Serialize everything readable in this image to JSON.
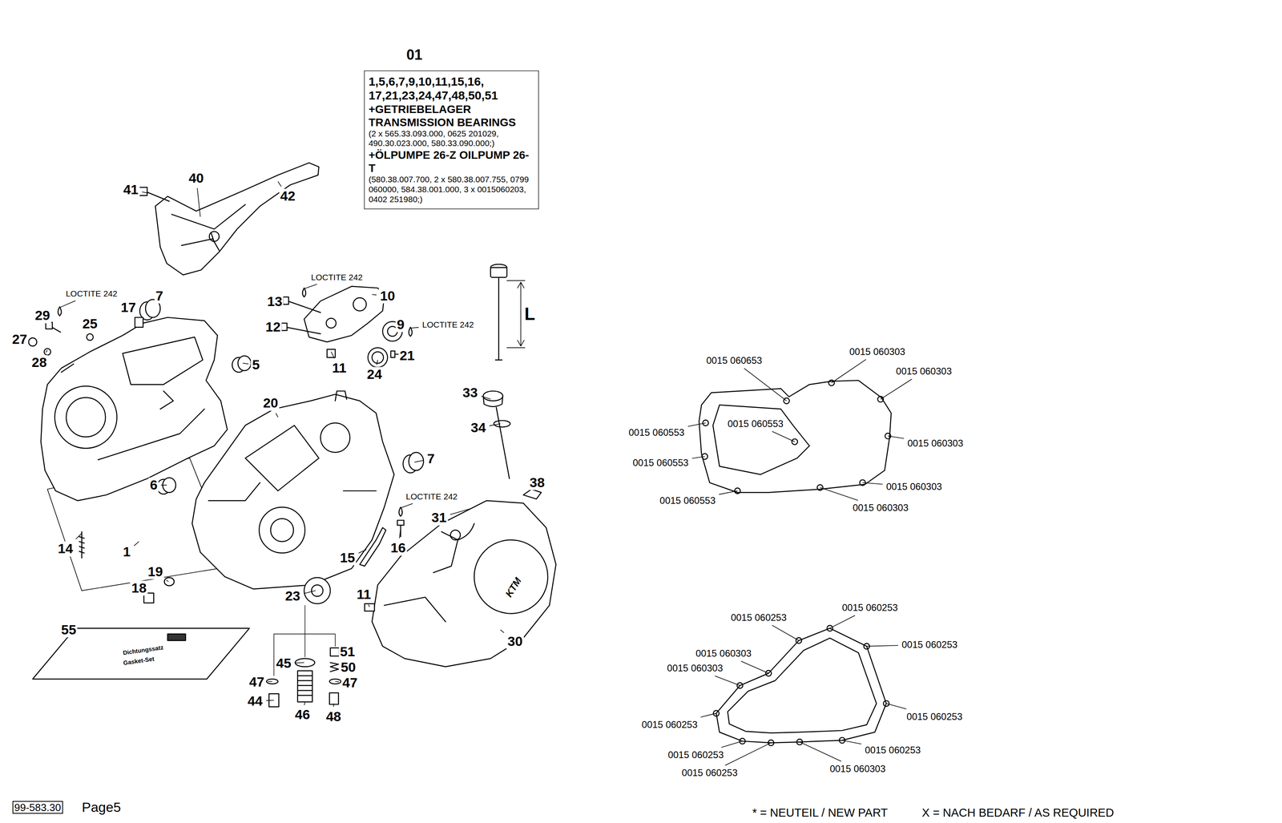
{
  "diagram": {
    "nodes": [
      {
        "text": [
          "01",
          "1,5,6,7,9,10,11,15,16, 17,21,23,24,47,48,50,51",
          "+GETRIEBELAGER TRANSMISSION BEARINGS",
          "(2 x 565.33.093.000, 0625 201029, 490.30.023.000, 580.33.090.000;)",
          "+ÖLPUMPE 26-Z OILPUMP 26-T",
          "(580.38.007.700, 2 x 580.38.007.755, 0799 060000, 584.38.001.000, 3 x 0015060203, 0402 251980;)"
        ]
      }
    ],
    "labels": [
      "40",
      "41",
      "42",
      "LOCTITE 242",
      "7",
      "29",
      "17",
      "25",
      "27",
      "28",
      "LOCTITE 242",
      "13",
      "10",
      "12",
      "9",
      "LOCTITE 242",
      "11",
      "21",
      "24",
      "L",
      "5",
      "20",
      "33",
      "34",
      "7",
      "6",
      "38",
      "LOCTITE 242",
      "31",
      "14",
      "1",
      "15",
      "16",
      "19",
      "18",
      "23",
      "11",
      "55",
      "30",
      "45",
      "51",
      "50",
      "47",
      "47",
      "44",
      "46",
      "48",
      "Dichtungssatz",
      "Gasket-Set",
      "KTM",
      "0015 060653",
      "0015 060303",
      "0015 060303",
      "0015 060553",
      "0015 060553",
      "0015 060553",
      "0015 060303",
      "0015 060553",
      "0015 060303",
      "0015 060303",
      "0015 060253",
      "0015 060253",
      "0015 060303",
      "0015 060253",
      "0015 060303",
      "0015 060253",
      "0015 060253",
      "0015 060253",
      "0015 060253",
      "0015 060253",
      "0015 060303",
      "99-583.30",
      "Page5",
      "* = NEUTEIL / NEW PART",
      "X = NACH BEDARF / AS REQUIRED"
    ]
  }
}
